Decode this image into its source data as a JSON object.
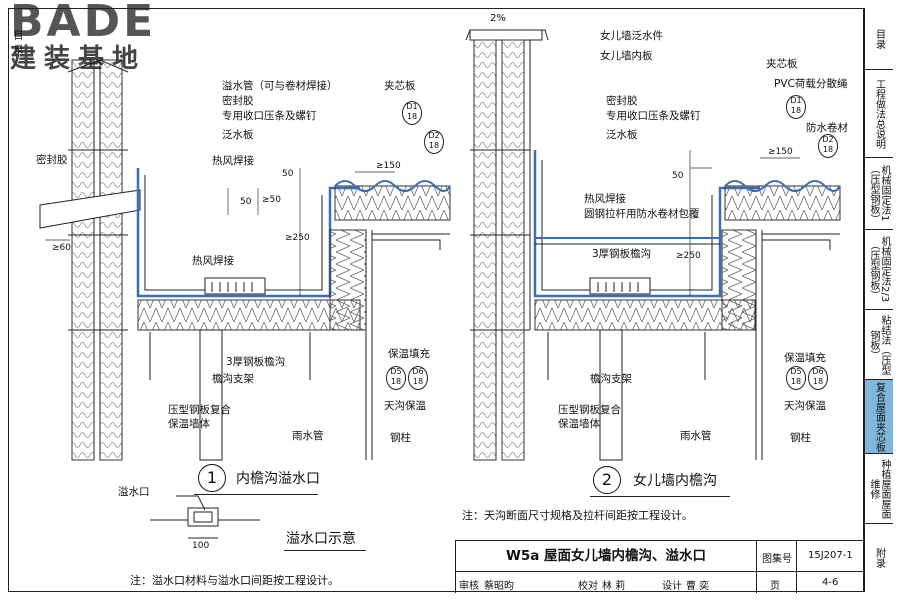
{
  "logo": {
    "brand": "BADE",
    "brand_cn": "建装基地"
  },
  "slope": "2%",
  "left_side": [
    "目",
    "录"
  ],
  "detail1": {
    "number": "1",
    "title": "内檐沟溢水口",
    "labels": {
      "overflow_pipe": "溢水管（可与卷材焊接）",
      "sealant_a": "密封胶",
      "strip": "专用收口压条及螺钉",
      "flashing": "泛水板",
      "hot_weld_a": "热风焊接",
      "sealant_b": "密封胶",
      "hot_weld_b": "热风焊接",
      "gutter": "3厚钢板檐沟",
      "bracket": "檐沟支架",
      "wall": "压型钢板复合",
      "wall2": "保温墙体",
      "downpipe": "雨水管",
      "sandwich": "夹芯板",
      "insul_fill": "保温填充",
      "gutter_insul": "天沟保温",
      "column": "钢柱"
    },
    "dims": [
      "50",
      "50",
      "≥50",
      "≥150",
      "≥250",
      "≥60"
    ],
    "refs": {
      "d1": {
        "top": "D1",
        "bottom": "18"
      },
      "d2": {
        "top": "D2",
        "bottom": "18"
      },
      "d5": {
        "top": "D5",
        "bottom": "18"
      },
      "d6": {
        "top": "D6",
        "bottom": "18"
      }
    }
  },
  "detail2": {
    "number": "2",
    "title": "女儿墙内檐沟",
    "note": "注：天沟断面尺寸规格及拉杆间距按工程设计。",
    "labels": {
      "parapet_flash": "女儿墙泛水件",
      "parapet_inner": "女儿墙内板",
      "sealant": "密封胶",
      "strip": "专用收口压条及螺钉",
      "flashing": "泛水板",
      "hot_weld": "热风焊接",
      "tie_rod": "圆钢拉杆用防水卷材包覆",
      "gutter": "3厚钢板檐沟",
      "bracket": "檐沟支架",
      "wall": "压型钢板复合",
      "wall2": "保温墙体",
      "downpipe": "雨水管",
      "sandwich": "夹芯板",
      "pvc": "PVC荷载分散绳",
      "membrane": "防水卷材",
      "insul_fill": "保温填充",
      "gutter_insul": "天沟保温",
      "column": "钢柱"
    },
    "dims": [
      "50",
      "≥150",
      "≥250"
    ],
    "refs": {
      "d1": {
        "top": "D1",
        "bottom": "18"
      },
      "d2": {
        "top": "D2",
        "bottom": "18"
      },
      "d5": {
        "top": "D5",
        "bottom": "18"
      },
      "d6": {
        "top": "D6",
        "bottom": "18"
      }
    }
  },
  "overflow_sketch": {
    "label": "溢水口",
    "dim": "100",
    "title": "溢水口示意",
    "note": "注：溢水口材料与溢水口间距按工程设计。"
  },
  "title_block": {
    "title": "W5a 屋面女儿墙内檐沟、溢水口",
    "atlas_label": "图集号",
    "atlas_no": "15J207-1",
    "review_label": "审核",
    "reviewer": "蔡昭昀",
    "check_label": "校对",
    "checker": "林 莉",
    "design_label": "设计",
    "designer": "曹 奕",
    "page_label": "页",
    "page_no": "4-6"
  },
  "sidebar": [
    {
      "label": "目录",
      "active": false
    },
    {
      "label": "工程做法总说明",
      "active": false
    },
    {
      "label": "机械固定法1（压型钢板）",
      "active": false
    },
    {
      "label": "机械固定法2/3（压型钢板）",
      "active": false
    },
    {
      "label": "粘结法（压型钢板）",
      "active": false
    },
    {
      "label": "复合屋面夹芯板",
      "active": true
    },
    {
      "label": "种植屋面屋面维修",
      "active": false
    },
    {
      "label": "附录",
      "active": false
    }
  ],
  "colors": {
    "membrane": "#3a6fb5",
    "active_tab": "#7fb7da"
  }
}
